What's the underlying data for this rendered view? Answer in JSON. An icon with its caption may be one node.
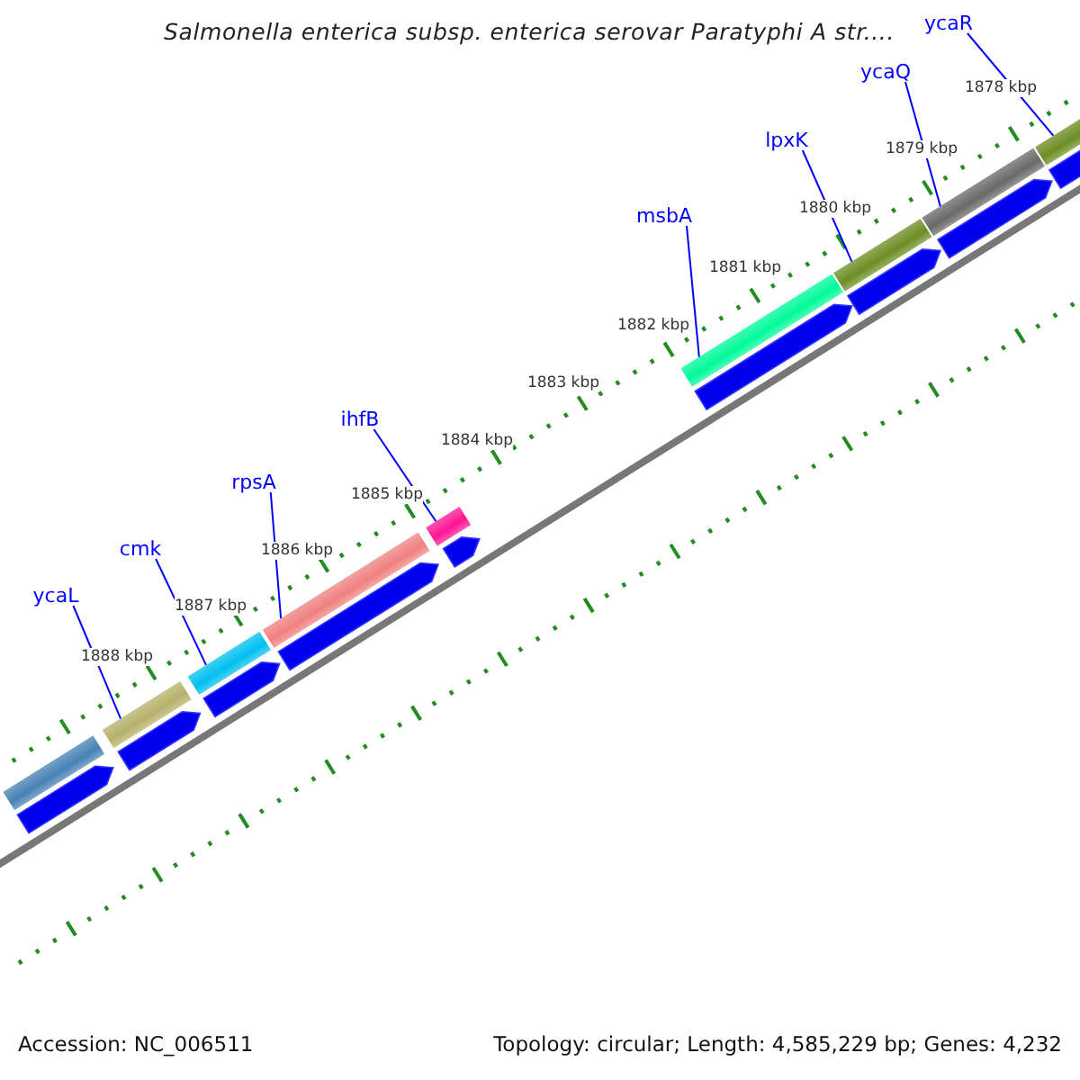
{
  "diagram": {
    "title": "Salmonella enterica subsp. enterica serovar Paratyphi A str....",
    "nodes": [
      {
        "text": [
          "ycaR"
        ]
      },
      {
        "text": [
          "ycaQ"
        ]
      },
      {
        "text": [
          "lpxK"
        ]
      },
      {
        "text": [
          "msbA"
        ]
      },
      {
        "text": [
          "ihfB"
        ]
      },
      {
        "text": [
          "rpsA"
        ]
      },
      {
        "text": [
          "cmk"
        ]
      },
      {
        "text": [
          "ycaL"
        ]
      },
      {
        "text": [],
        "shape": "bar"
      },
      {
        "text": [],
        "shape": "bar"
      },
      {
        "text": [],
        "shape": "bar"
      },
      {
        "text": [],
        "shape": "bar"
      },
      {
        "text": [],
        "shape": "bar"
      },
      {
        "text": [],
        "shape": "bar"
      },
      {
        "text": [],
        "shape": "bar"
      },
      {
        "text": [],
        "shape": "bar"
      },
      {
        "text": [],
        "shape": "bar"
      },
      {
        "text": [],
        "shape": "arrow"
      },
      {
        "text": [],
        "shape": "arrow"
      },
      {
        "text": [],
        "shape": "arrow"
      },
      {
        "text": [],
        "shape": "arrow"
      },
      {
        "text": [],
        "shape": "arrow"
      },
      {
        "text": [],
        "shape": "arrow"
      },
      {
        "text": [],
        "shape": "arrow"
      },
      {
        "text": [],
        "shape": "arrow"
      },
      {
        "text": [],
        "shape": "arrow"
      }
    ],
    "edges": [
      {
        "from": 0,
        "to": 8,
        "arrow": "none"
      },
      {
        "from": 1,
        "to": 9,
        "arrow": "none"
      },
      {
        "from": 2,
        "to": 10,
        "arrow": "none"
      },
      {
        "from": 3,
        "to": 11,
        "arrow": "none"
      },
      {
        "from": 4,
        "to": 12,
        "arrow": "none"
      },
      {
        "from": 5,
        "to": 13,
        "arrow": "none"
      },
      {
        "from": 6,
        "to": 14,
        "arrow": "none"
      },
      {
        "from": 7,
        "to": 15,
        "arrow": "none"
      }
    ],
    "labels": [
      "1878 kbp",
      "1879 kbp",
      "1880 kbp",
      "1881 kbp",
      "1882 kbp",
      "1883 kbp",
      "1884 kbp",
      "1885 kbp",
      "1886 kbp",
      "1887 kbp",
      "1888 kbp",
      "Accession: NC_006511",
      "Topology: circular; Length: 4,585,229 bp; Genes: 4,232"
    ]
  }
}
